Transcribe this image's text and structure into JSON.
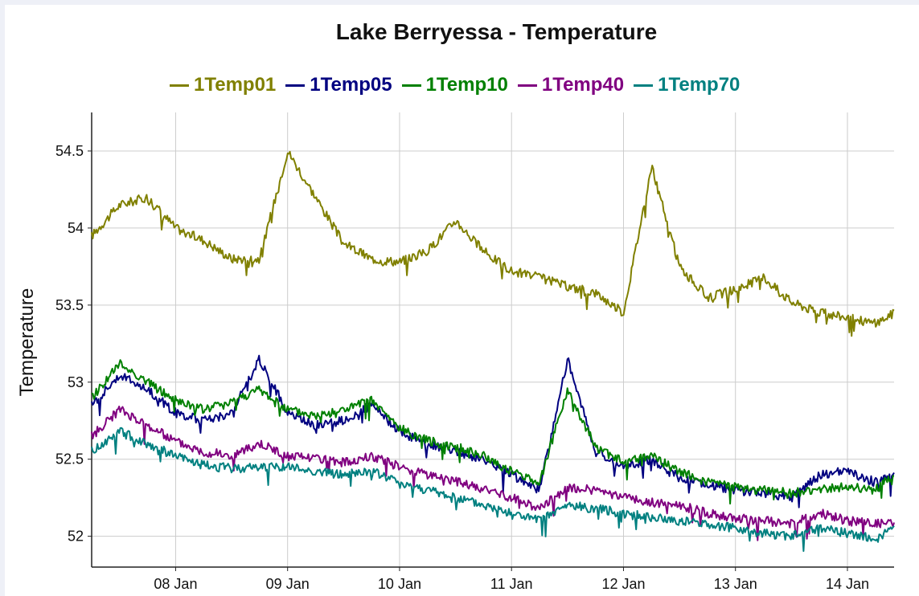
{
  "chart_data": {
    "type": "line",
    "title": "Lake Berryessa - Temperature",
    "xlabel": "",
    "ylabel": "Temperature",
    "x_ticks": [
      "08 Jan",
      "09 Jan",
      "10 Jan",
      "11 Jan",
      "12 Jan",
      "13 Jan",
      "14 Jan"
    ],
    "xlim": [
      "07 Jan 06:00",
      "14 Jan 10:00"
    ],
    "y_ticks": [
      52,
      52.5,
      53,
      53.5,
      54,
      54.5
    ],
    "ylim": [
      51.8,
      54.75
    ],
    "grid": true,
    "legend_position": "top",
    "x": [
      "07 Jan 06:00",
      "07 Jan 12:00",
      "07 Jan 18:00",
      "08 Jan 00:00",
      "08 Jan 06:00",
      "08 Jan 12:00",
      "08 Jan 18:00",
      "09 Jan 00:00",
      "09 Jan 06:00",
      "09 Jan 12:00",
      "09 Jan 18:00",
      "10 Jan 00:00",
      "10 Jan 06:00",
      "10 Jan 12:00",
      "10 Jan 18:00",
      "11 Jan 00:00",
      "11 Jan 06:00",
      "11 Jan 12:00",
      "11 Jan 18:00",
      "12 Jan 00:00",
      "12 Jan 06:00",
      "12 Jan 12:00",
      "12 Jan 18:00",
      "13 Jan 00:00",
      "13 Jan 06:00",
      "13 Jan 12:00",
      "13 Jan 18:00",
      "14 Jan 00:00",
      "14 Jan 06:00",
      "14 Jan 10:00"
    ],
    "series": [
      {
        "name": "1Temp01",
        "color": "#808000",
        "values": [
          53.95,
          54.15,
          54.2,
          54.0,
          53.92,
          53.8,
          53.8,
          54.5,
          54.2,
          53.9,
          53.8,
          53.78,
          53.85,
          54.05,
          53.85,
          53.72,
          53.68,
          53.62,
          53.58,
          53.45,
          54.4,
          53.75,
          53.55,
          53.6,
          53.68,
          53.52,
          53.45,
          53.42,
          53.38,
          53.45
        ]
      },
      {
        "name": "1Temp05",
        "color": "#000080",
        "values": [
          52.85,
          53.05,
          52.95,
          52.8,
          52.75,
          52.8,
          53.15,
          52.8,
          52.72,
          52.75,
          52.85,
          52.68,
          52.6,
          52.55,
          52.5,
          52.4,
          52.3,
          53.15,
          52.55,
          52.45,
          52.5,
          52.38,
          52.33,
          52.3,
          52.28,
          52.25,
          52.4,
          52.42,
          52.35,
          52.4
        ]
      },
      {
        "name": "1Temp10",
        "color": "#008000",
        "values": [
          52.9,
          53.12,
          53.0,
          52.88,
          52.82,
          52.88,
          52.95,
          52.82,
          52.78,
          52.82,
          52.88,
          52.7,
          52.62,
          52.58,
          52.52,
          52.42,
          52.35,
          52.95,
          52.58,
          52.48,
          52.52,
          52.42,
          52.35,
          52.32,
          52.3,
          52.28,
          52.3,
          52.32,
          52.3,
          52.4
        ]
      },
      {
        "name": "1Temp40",
        "color": "#800080",
        "values": [
          52.65,
          52.82,
          52.72,
          52.62,
          52.55,
          52.52,
          52.6,
          52.52,
          52.5,
          52.48,
          52.52,
          52.45,
          52.4,
          52.36,
          52.3,
          52.25,
          52.18,
          52.32,
          52.3,
          52.25,
          52.22,
          52.2,
          52.15,
          52.12,
          52.1,
          52.08,
          52.15,
          52.1,
          52.08,
          52.08
        ]
      },
      {
        "name": "1Temp70",
        "color": "#008080",
        "values": [
          52.55,
          52.68,
          52.6,
          52.52,
          52.46,
          52.44,
          52.45,
          52.45,
          52.42,
          52.4,
          52.42,
          52.35,
          52.3,
          52.25,
          52.2,
          52.15,
          52.1,
          52.2,
          52.18,
          52.15,
          52.12,
          52.1,
          52.08,
          52.05,
          52.02,
          52.0,
          52.05,
          52.02,
          51.98,
          52.05
        ]
      }
    ]
  }
}
